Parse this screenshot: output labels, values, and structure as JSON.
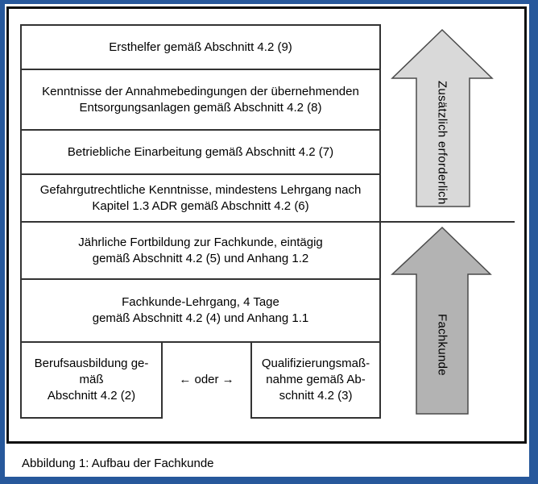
{
  "diagram": {
    "caption": "Abbildung 1: Aufbau der Fachkunde",
    "rows": [
      {
        "text": "Ersthelfer gemäß Abschnitt 4.2 (9)"
      },
      {
        "text": "Kenntnisse der Annahmebedingungen der übernehmenden\nEntsorgungsanlagen gemäß Abschnitt 4.2 (8)"
      },
      {
        "text": "Betriebliche Einarbeitung gemäß Abschnitt 4.2 (7)"
      },
      {
        "text": "Gefahrgutrechtliche Kenntnisse, mindestens Lehrgang nach\nKapitel 1.3 ADR gemäß Abschnitt 4.2 (6)"
      },
      {
        "text": "Jährliche Fortbildung zur Fachkunde, eintägig\ngemäß Abschnitt 4.2 (5) und Anhang 1.2"
      },
      {
        "text": "Fachkunde-Lehrgang, 4 Tage\ngemäß Abschnitt 4.2 (4) und Anhang 1.1"
      }
    ],
    "bottom_row": {
      "left": "Berufsausbildung ge-\nmäß\nAbschnitt 4.2 (2)",
      "middle": "← oder →",
      "right": "Qualifizierungsmaß-\nnahme gemäß Ab-\nschnitt 4.2 (3)"
    },
    "arrows": [
      {
        "label": "Zusätzlich erforderlich",
        "fill": "#d9d9d9"
      },
      {
        "label": "Fachkunde",
        "fill": "#b3b3b3"
      }
    ],
    "colors": {
      "frame_blue": "#27589b",
      "frame_black": "#0d0d0d",
      "box_border": "#333333"
    }
  }
}
